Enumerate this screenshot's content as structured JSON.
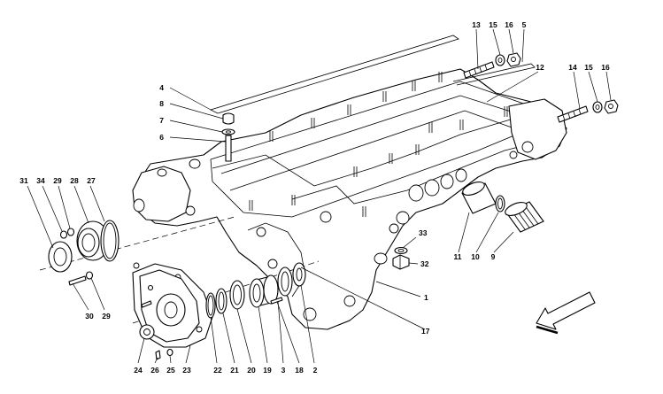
{
  "callouts": {
    "c1": "1",
    "c2": "2",
    "c3": "3",
    "c4": "4",
    "c5": "5",
    "c6": "6",
    "c7": "7",
    "c8": "8",
    "c9": "9",
    "c10": "10",
    "c11": "11",
    "c12": "12",
    "c13": "13",
    "c14": "14",
    "c15a": "15",
    "c15b": "15",
    "c16a": "16",
    "c16b": "16",
    "c17": "17",
    "c18": "18",
    "c19": "19",
    "c20": "20",
    "c21": "21",
    "c22": "22",
    "c23": "23",
    "c24": "24",
    "c25": "25",
    "c26": "26",
    "c27": "27",
    "c28": "28",
    "c29a": "29",
    "c29b": "29",
    "c30": "30",
    "c31": "31",
    "c32": "32",
    "c33": "33",
    "c34": "34"
  },
  "icons": {
    "direction_arrow": "front-direction-arrow-icon"
  }
}
